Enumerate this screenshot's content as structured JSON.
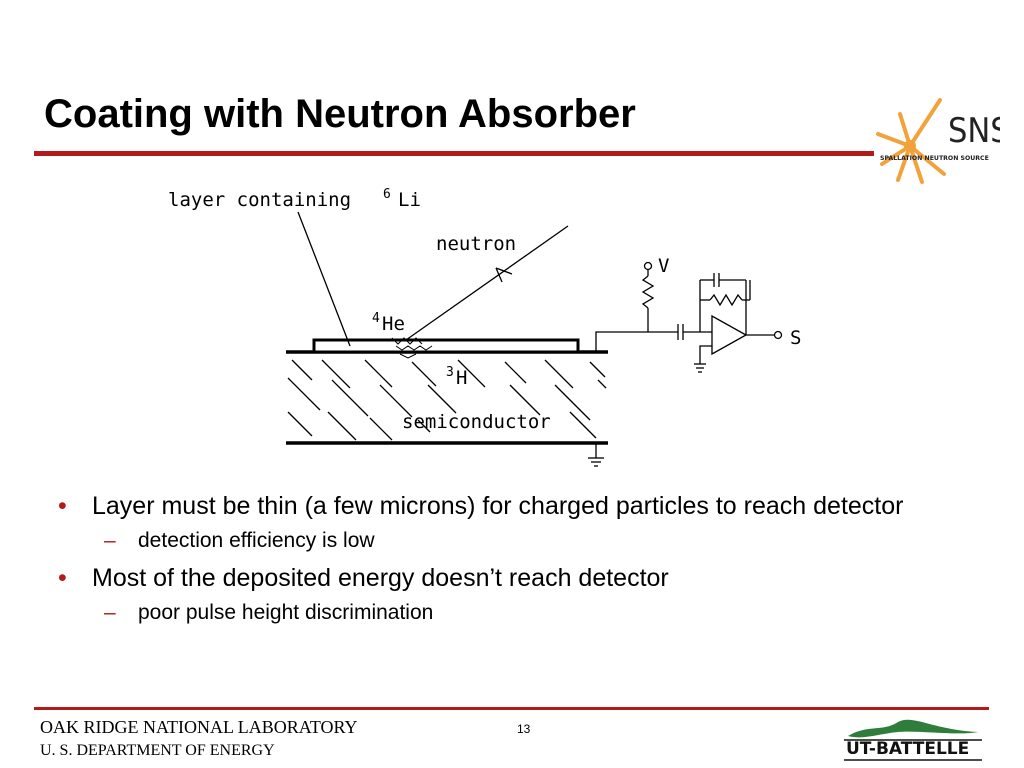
{
  "slide": {
    "title": "Coating with Neutron Absorber",
    "page_number": "13"
  },
  "logos": {
    "sns_text": "SNS",
    "sns_subtitle": "SPALLATION NEUTRON SOURCE",
    "ut_text": "UT-BATTELLE"
  },
  "diagram": {
    "layer_label": "layer containing",
    "li_superscript": "6",
    "li_symbol": "Li",
    "neutron_label": "neutron",
    "he_superscript": "4",
    "he_symbol": "He",
    "h_superscript": "3",
    "h_symbol": "H",
    "semiconductor_label": "semiconductor",
    "v_label": "V",
    "s_label": "S"
  },
  "bullets": [
    {
      "text": "Layer must be thin (a few microns) for charged particles to reach detector",
      "sub": "detection efficiency is low"
    },
    {
      "text": "Most of the deposited energy doesn’t reach detector",
      "sub": "poor pulse height discrimination"
    }
  ],
  "footer": {
    "line1": "OAK RIDGE NATIONAL LABORATORY",
    "line2": "U. S. DEPARTMENT OF ENERGY"
  },
  "colors": {
    "accent": "#b31b1b",
    "sns_orange": "#f2a23a",
    "ut_green": "#2f7d3a"
  }
}
